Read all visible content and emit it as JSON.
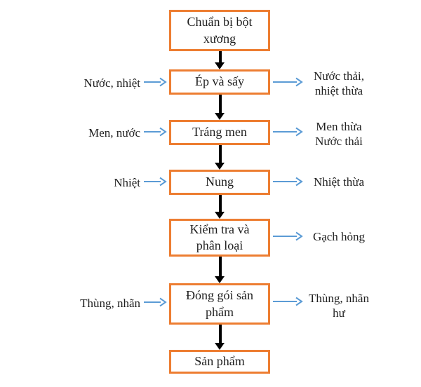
{
  "colors": {
    "box_border": "#ED7D31",
    "flow_arrow": "#000000",
    "io_arrow": "#5B9BD5"
  },
  "diagram": {
    "rows": [
      {
        "box": "Chuẩn bị bột\nxương"
      },
      {
        "box": "Ép và sấy",
        "input": "Nước, nhiệt",
        "output": "Nước thải,\nnhiệt thừa"
      },
      {
        "box": "Tráng men",
        "input": "Men, nước",
        "output": "Men thừa\nNước thải"
      },
      {
        "box": "Nung",
        "input": "Nhiệt",
        "output": "Nhiệt thừa"
      },
      {
        "box": "Kiểm tra và\nphân loại",
        "output": "Gạch hỏng"
      },
      {
        "box": "Đóng gói sản\nphẩm",
        "input": "Thùng, nhãn",
        "output": "Thùng, nhãn\như"
      },
      {
        "box": "Sản phẩm"
      }
    ]
  }
}
